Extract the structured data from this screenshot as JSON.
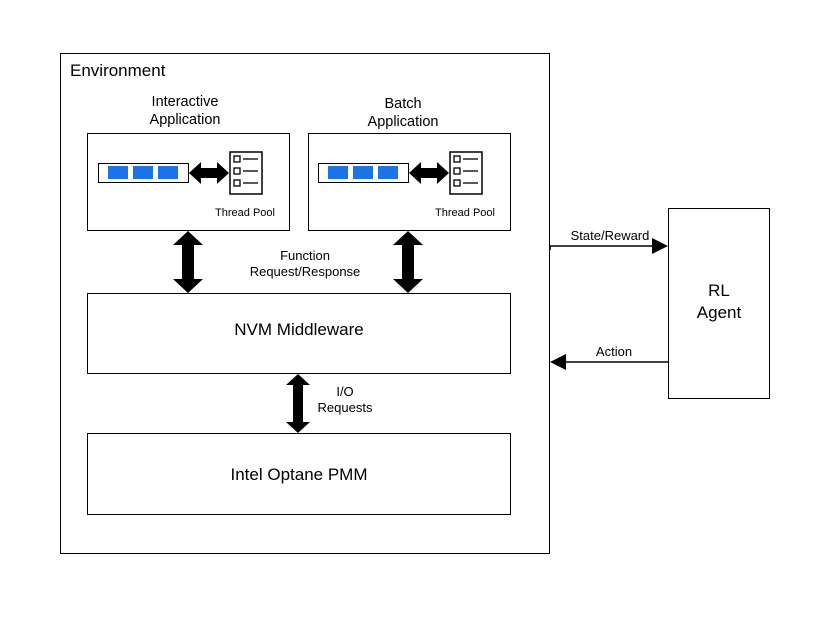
{
  "environment": {
    "title": "Environment"
  },
  "interactive_app": {
    "title_line1": "Interactive",
    "title_line2": "Application",
    "pool_label": "Thread Pool"
  },
  "batch_app": {
    "title_line1": "Batch",
    "title_line2": "Application",
    "pool_label": "Thread Pool"
  },
  "function_label": {
    "line1": "Function",
    "line2": "Request/Response"
  },
  "middleware": {
    "label": "NVM Middleware"
  },
  "io_label": {
    "line1": "I/O",
    "line2": "Requests"
  },
  "pmm": {
    "label": "Intel Optane PMM"
  },
  "agent": {
    "line1": "RL",
    "line2": "Agent"
  },
  "edges": {
    "state_reward": "State/Reward",
    "action": "Action"
  },
  "colors": {
    "queue_cell": "#1a73e8",
    "stroke": "#000000"
  }
}
